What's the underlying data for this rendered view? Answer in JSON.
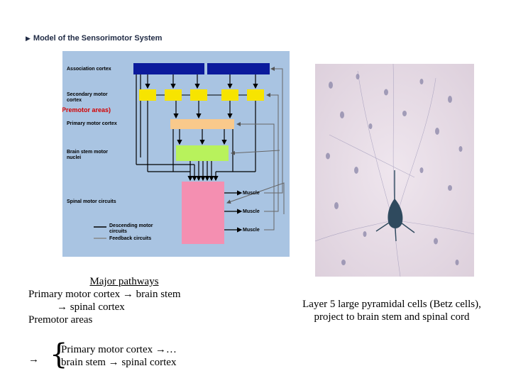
{
  "figure": {
    "title": "Model of the Sensorimotor System",
    "labels": {
      "association": "Association cortex",
      "secondary_1": "Secondary motor",
      "secondary_2": "cortex",
      "premotor": "(Premotor areas)",
      "primary": "Primary motor cortex",
      "brainstem_1": "Brain stem motor",
      "brainstem_2": "nuclei",
      "spinal": "Spinal motor circuits",
      "muscle": "Muscle"
    },
    "legend": {
      "descending_1": "Descending motor",
      "descending_2": "circuits",
      "feedback": "Feedback circuits"
    },
    "colors": {
      "panel": "#a9c4e2",
      "association_box": "#0b1a9c",
      "secondary_box": "#f7e400",
      "primary_box": "#f9c98b",
      "brainstem_box": "#b8f25c",
      "spinal_box": "#f48fb1",
      "line": "#000000",
      "premotor_text": "#d40000"
    }
  },
  "left_caption": {
    "heading": "Major pathways",
    "line1": "Primary motor cortex → brain stem",
    "line2": "→ spinal cortex",
    "line3": "Premotor areas",
    "arrow": "→",
    "brace": "{",
    "brace_line1": "Primary motor cortex →…",
    "brace_line2": "brain stem → spinal cortex"
  },
  "right_caption": {
    "text": "Layer 5 large pyramidal cells (Betz cells), project to brain stem and spinal cord"
  }
}
